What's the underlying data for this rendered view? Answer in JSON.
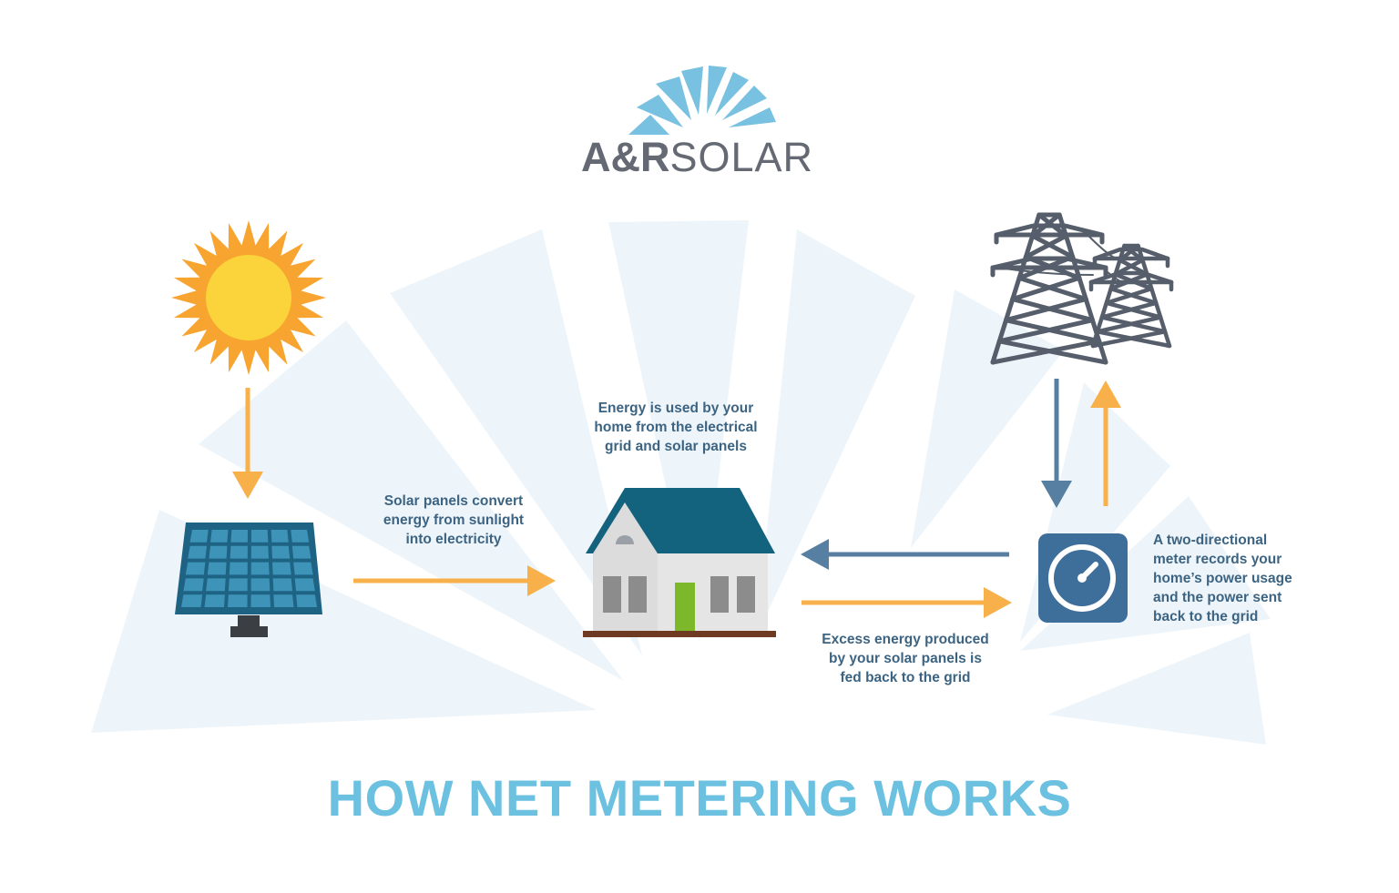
{
  "colors": {
    "ray_bg": "#eef5fa",
    "logo_blue": "#79c1e0",
    "logo_gray": "#646973",
    "label_text": "#3c6482",
    "title": "#6cc0e0",
    "arrow_orange": "#f7b04a",
    "arrow_blue": "#577fa1",
    "panel_blue": "#1e6384",
    "roof_teal": "#13627e",
    "door_green": "#7db82a",
    "meter_blue": "#3e6f9b",
    "tower_gray": "#555e6a",
    "sun_yellow": "#fad43a",
    "sun_ray": "#f7a530"
  },
  "logo": {
    "brand_bold": "A&R",
    "brand_light": "SOLAR"
  },
  "icons": {
    "sun": "sun-icon",
    "solar_panel": "solar-panel-icon",
    "house": "house-icon",
    "meter": "meter-icon",
    "towers": "power-tower-icon"
  },
  "labels": {
    "solar_panels": [
      "Solar panels convert",
      "energy from sunlight",
      "into electricity"
    ],
    "home_usage": [
      "Energy is used by your",
      "home from the electrical",
      "grid and solar panels"
    ],
    "excess": [
      "Excess energy produced",
      "by your solar panels is",
      "fed back to the grid"
    ],
    "meter": [
      "A two-directional",
      "meter records your",
      "home’s power usage",
      "and the power sent",
      "back to the grid"
    ]
  },
  "title": "HOW NET METERING WORKS"
}
